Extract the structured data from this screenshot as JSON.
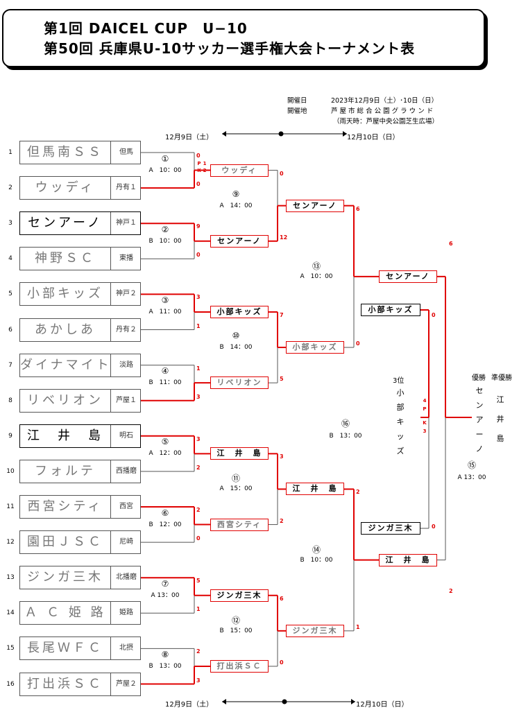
{
  "header": {
    "title1": "第1回 DAICEL CUP　U−10",
    "title2": "第50回 兵庫県U-10サッカー選手権大会トーナメント表"
  },
  "info": {
    "date_label": "開催日",
    "date_value": "2023年12月9日（土）･10日（日）",
    "venue_label": "開催地",
    "venue_value": "芦 屋 市 総 合 公 園 グ ラ ウ ン ド",
    "rain_value": "（雨天時：芦屋中央公園芝生広場）"
  },
  "dates": {
    "day1": "12月9日（土）",
    "day2": "12月10日（日）"
  },
  "teams": [
    {
      "seed": "1",
      "name": "但馬南ＳＳ",
      "pref": "但馬"
    },
    {
      "seed": "2",
      "name": "ウッディ",
      "pref": "丹有１"
    },
    {
      "seed": "3",
      "name": "センアーノ",
      "pref": "神戸１"
    },
    {
      "seed": "4",
      "name": "神野ＳＣ",
      "pref": "東播"
    },
    {
      "seed": "5",
      "name": "小部キッズ",
      "pref": "神戸２"
    },
    {
      "seed": "6",
      "name": "あかしあ",
      "pref": "丹有２"
    },
    {
      "seed": "7",
      "name": "ダイナマイト",
      "pref": "淡路"
    },
    {
      "seed": "8",
      "name": "リベリオン",
      "pref": "芦屋１"
    },
    {
      "seed": "9",
      "name": "江　井　島",
      "pref": "明石"
    },
    {
      "seed": "10",
      "name": "フォルテ",
      "pref": "西播磨"
    },
    {
      "seed": "11",
      "name": "西宮シティ",
      "pref": "西宮"
    },
    {
      "seed": "12",
      "name": "園田ＪＳＣ",
      "pref": "尼崎"
    },
    {
      "seed": "13",
      "name": "ジンガ三木",
      "pref": "北播磨"
    },
    {
      "seed": "14",
      "name": "Ａ Ｃ 姫 路",
      "pref": "姫路"
    },
    {
      "seed": "15",
      "name": "長尾ＷＦＣ",
      "pref": "北摂"
    },
    {
      "seed": "16",
      "name": "打出浜ＳＣ",
      "pref": "芦屋２"
    }
  ],
  "round1": [
    {
      "num": "①",
      "info": "A　10：00",
      "winner": "ウッディ",
      "s1": "0",
      "s2": "0"
    },
    {
      "num": "②",
      "info": "B　10：00",
      "winner": "センアーノ",
      "s1": "9",
      "s2": "0"
    },
    {
      "num": "③",
      "info": "A　11：00",
      "winner": "小部キッズ",
      "s1": "3",
      "s2": "1"
    },
    {
      "num": "④",
      "info": "B　11：00",
      "winner": "リベリオン",
      "s1": "1",
      "s2": "3"
    },
    {
      "num": "⑤",
      "info": "A　12：00",
      "winner": "江　井　島",
      "s1": "3",
      "s2": "2"
    },
    {
      "num": "⑥",
      "info": "B　12：00",
      "winner": "西宮シティ",
      "s1": "2",
      "s2": "0"
    },
    {
      "num": "⑦",
      "info": "A 13：00",
      "winner": "ジンガ三木",
      "s1": "5",
      "s2": "1"
    },
    {
      "num": "⑧",
      "info": "B　13：00",
      "winner": "打出浜ＳＣ",
      "s1": "2",
      "s2": "3"
    }
  ],
  "pk1": {
    "left": "P\nK",
    "top": "1",
    "bottom": "2"
  },
  "round2": [
    {
      "num": "⑨",
      "info": "A　14：00",
      "winner": "センアーノ",
      "s1": "0",
      "s2": "12"
    },
    {
      "num": "⑩",
      "info": "B　14：00",
      "winner": "小部キッズ",
      "s1": "7",
      "s2": "5"
    },
    {
      "num": "⑪",
      "info": "A　15：00",
      "winner": "江　井　島",
      "s1": "3",
      "s2": "2"
    },
    {
      "num": "⑫",
      "info": "B　15：00",
      "winner": "ジンガ三木",
      "s1": "6",
      "s2": "0"
    }
  ],
  "round3": [
    {
      "num": "⑬",
      "info": "A　10：00",
      "winner": "センアーノ",
      "s1": "6",
      "s2": "0"
    },
    {
      "num": "⑭",
      "info": "B　10：00",
      "winner": "江　井　島",
      "s1": "2",
      "s2": "1"
    }
  ],
  "final": {
    "num": "⑮",
    "info": "A 13：00",
    "s1": "6",
    "s2": "2"
  },
  "third": {
    "num": "⑯",
    "info": "B　13：00",
    "team1": "小部キッズ",
    "team2": "ジンガ三木",
    "s1": "0",
    "s2": "0",
    "pk_left": "4",
    "pk_right": "3",
    "label": "3位",
    "winner_vertical": "小部キッズ"
  },
  "results": {
    "champion_label": "優勝",
    "runnerup_label": "準優勝",
    "champion": "センアーノ",
    "runnerup": "江井島"
  },
  "colors": {
    "winner_line": "#e00000",
    "loser_line": "#555555"
  }
}
